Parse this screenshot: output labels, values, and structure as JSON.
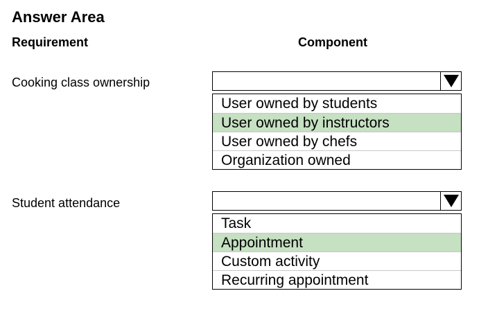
{
  "title": "Answer Area",
  "columns": {
    "requirement": "Requirement",
    "component": "Component"
  },
  "rows": [
    {
      "requirement": "Cooking class ownership",
      "options": [
        "User owned by students",
        "User owned by instructors",
        "User owned by chefs",
        "Organization owned"
      ],
      "selected_index": 1
    },
    {
      "requirement": "Student attendance",
      "options": [
        "Task",
        "Appointment",
        "Custom activity",
        "Recurring appointment"
      ],
      "selected_index": 1
    }
  ],
  "colors": {
    "selected_highlight": "#c6e0c2",
    "border": "#000000"
  },
  "icons": {
    "dropdown_arrow": "triangle-down-icon"
  }
}
